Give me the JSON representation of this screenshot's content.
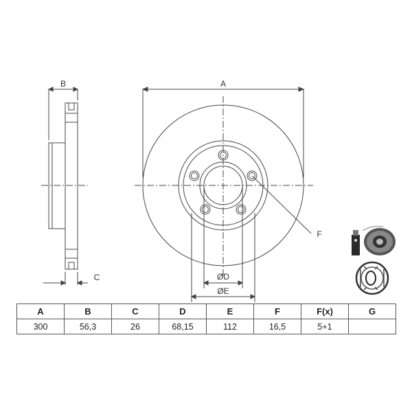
{
  "diagram": {
    "labels": {
      "A": "A",
      "B": "B",
      "C": "C",
      "D": "ØD",
      "E": "ØE",
      "F": "F"
    }
  },
  "table": {
    "headers": [
      "A",
      "B",
      "C",
      "D",
      "E",
      "F",
      "F(x)",
      "G"
    ],
    "values": [
      "300",
      "56,3",
      "26",
      "68,15",
      "112",
      "16,5",
      "5+1",
      ""
    ]
  }
}
